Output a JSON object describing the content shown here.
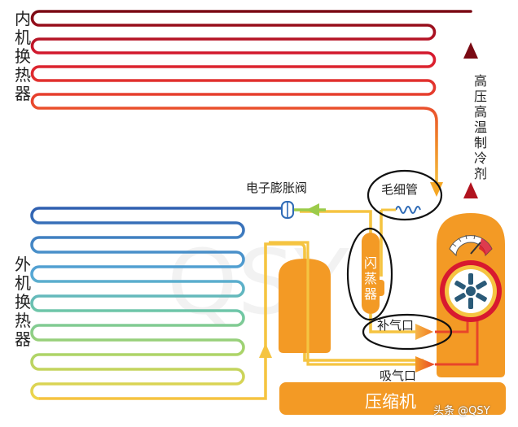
{
  "labels": {
    "indoor_exchanger": "内机换热器",
    "outdoor_exchanger": "外机换热器",
    "refrigerant": "高压高温制冷剂",
    "eev": "电子膨胀阀",
    "capillary": "毛细管",
    "flash_tank": "闪蒸器",
    "vapor_injection": "补气口",
    "suction": "吸气口",
    "compressor": "压缩机"
  },
  "watermark": "头条 @QSY",
  "colors": {
    "orange": "#f39a25",
    "dark_red": "#7a0a14",
    "red": "#d8192f",
    "yellow": "#f5c441",
    "green": "#9ccb4a",
    "blue": "#2f6bb6"
  }
}
